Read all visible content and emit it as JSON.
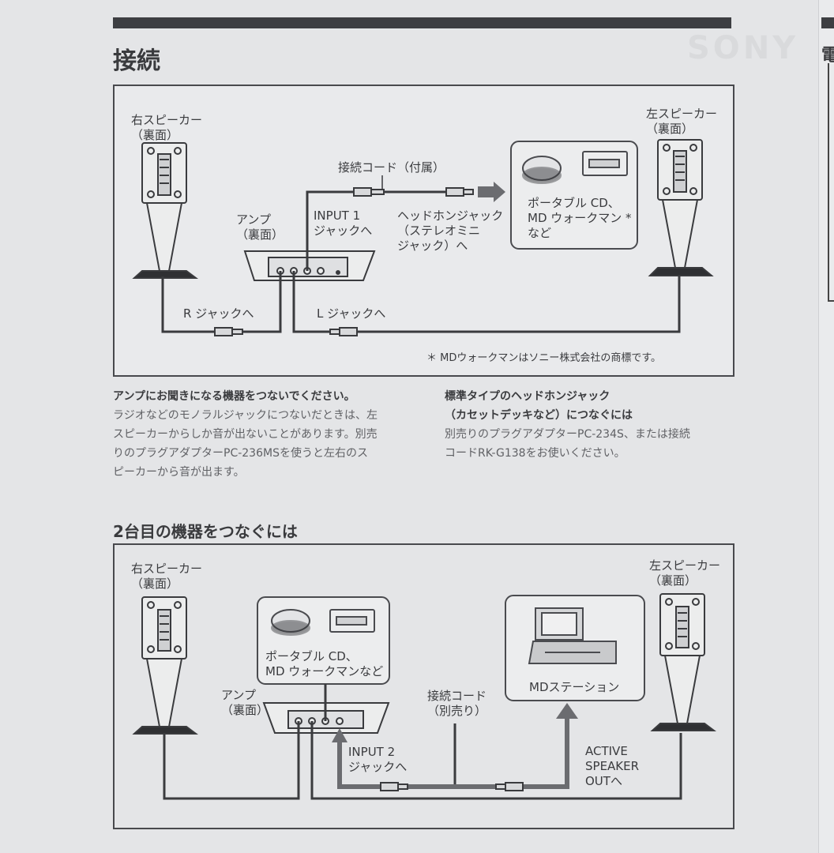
{
  "section_title": "接続",
  "section_ghost": "SONY",
  "right_edge_char": "電",
  "diagram1": {
    "right_speaker": [
      "右スピーカー",
      "（裏面）"
    ],
    "left_speaker": [
      "左スピーカー",
      "（裏面）"
    ],
    "amp": [
      "アンプ",
      "（裏面）"
    ],
    "cord": "接続コード（付属）",
    "input1": [
      "INPUT 1",
      "ジャックへ"
    ],
    "headphone": [
      "ヘッドホンジャック",
      "（ステレオミニ",
      "ジャック）へ"
    ],
    "device": [
      "ポータブル CD、",
      "MD ウォークマン *",
      "など"
    ],
    "r_jack": "R ジャックへ",
    "l_jack": "L ジャックへ",
    "trademark": "＊ MDウォークマンはソニー株式会社の商標です。"
  },
  "note_left": {
    "title": "アンプにお聞きになる機器をつないでください。",
    "lines": [
      "ラジオなどのモノラルジャックにつないだときは、左",
      "スピーカーからしか音が出ないことがあります。別売",
      "りのプラグアダプターPC-236MSを使うと左右のス",
      "ピーカーから音が出ます。"
    ]
  },
  "note_right": {
    "title_lines": [
      "標準タイプのヘッドホンジャック",
      "（カセットデッキなど）につなぐには"
    ],
    "lines": [
      "別売りのプラグアダプターPC-234S、または接続",
      "コードRK-G138をお使いください。"
    ]
  },
  "subsection_title": "2台目の機器をつなぐには",
  "diagram2": {
    "right_speaker": [
      "右スピーカー",
      "（裏面）"
    ],
    "left_speaker": [
      "左スピーカー",
      "（裏面）"
    ],
    "amp": [
      "アンプ",
      "（裏面）"
    ],
    "device": [
      "ポータブル CD、",
      "MD ウォークマンなど"
    ],
    "cord": [
      "接続コード",
      "（別売り）"
    ],
    "input2": [
      "INPUT 2",
      "ジャックへ"
    ],
    "md_station": "MDステーション",
    "active_out": [
      "ACTIVE",
      "SPEAKER",
      "OUTへ"
    ]
  }
}
